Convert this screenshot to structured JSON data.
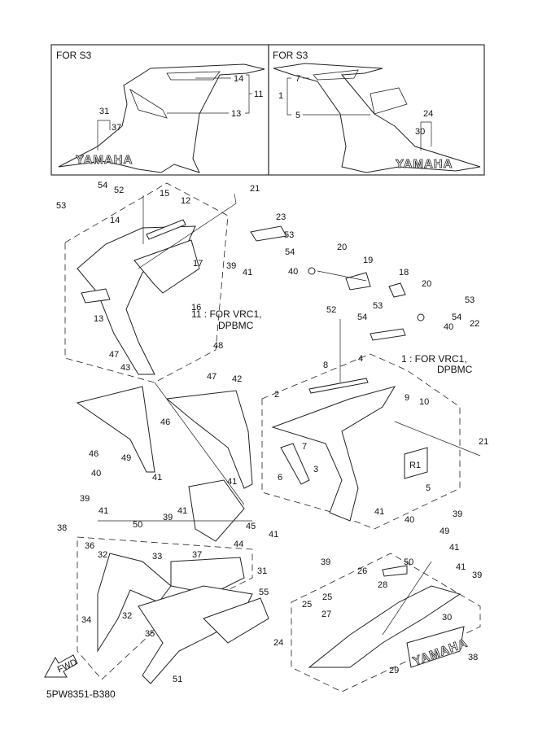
{
  "diagram": {
    "title_code": "5PW8351-B380",
    "fwd_label": "FWD",
    "inset_left": {
      "heading": "FOR S3",
      "labels": [
        "14",
        "11",
        "13",
        "31",
        "37"
      ],
      "logo": "YAMAHA"
    },
    "inset_right": {
      "heading": "FOR S3",
      "labels": [
        "7",
        "1",
        "5",
        "24",
        "30"
      ],
      "logo": "YAMAHA"
    },
    "notes": {
      "note_11_a": "11 : FOR VRC1,",
      "note_11_b": "DPBMC",
      "note_1_a": "1 : FOR VRC1,",
      "note_1_b": "DPBMC"
    },
    "badge_text": "R1",
    "lower_logo": "YAMAHA",
    "callouts": {
      "c53a": "53",
      "c54a": "54",
      "c52a": "52",
      "c15": "15",
      "c12": "12",
      "c21a": "21",
      "c14": "14",
      "c17": "17",
      "c13": "13",
      "c39a": "39",
      "c41a": "41",
      "c16": "16",
      "c48": "48",
      "c23": "23",
      "c53b": "53",
      "c54b": "54",
      "c20a": "20",
      "c19": "19",
      "c40a": "40",
      "c18": "18",
      "c20b": "20",
      "c53c": "53",
      "c54c": "54",
      "c40b": "40",
      "c22": "22",
      "c52b": "52",
      "c54d": "54",
      "c53d": "53",
      "c47a": "47",
      "c43": "43",
      "c47b": "47",
      "c42": "42",
      "c46a": "46",
      "c46b": "46",
      "c8": "8",
      "c4": "4",
      "c2": "2",
      "c9": "9",
      "c10": "10",
      "c7": "7",
      "c6": "6",
      "c3": "3",
      "c5": "5",
      "c21b": "21",
      "c49a": "49",
      "c40c": "40",
      "c41b": "41",
      "c50a": "50",
      "c39b": "39",
      "c41c": "41",
      "c38a": "38",
      "c41d": "41",
      "c45": "45",
      "c39c": "39",
      "c41e": "41",
      "c44": "44",
      "c41f": "41",
      "c41g": "41",
      "c39d": "39",
      "c40d": "40",
      "c49b": "49",
      "c41h": "41",
      "c50b": "50",
      "c39e": "39",
      "c36": "36",
      "c32a": "32",
      "c33": "33",
      "c37": "37",
      "c31": "31",
      "c34": "34",
      "c32b": "32",
      "c35": "35",
      "c55": "55",
      "c51": "51",
      "c26": "26",
      "c28": "28",
      "c25a": "25",
      "c25b": "25",
      "c27": "27",
      "c30": "30",
      "c24": "24",
      "c29": "29",
      "c41i": "41",
      "c39f": "39",
      "c38b": "38"
    }
  }
}
